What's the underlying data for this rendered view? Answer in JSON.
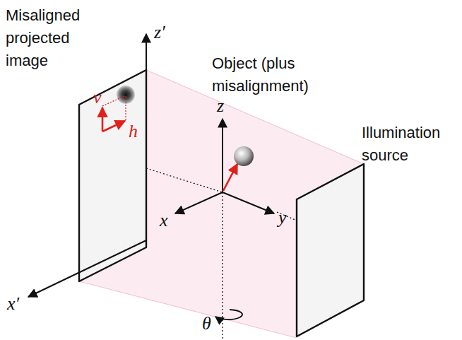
{
  "diagram": {
    "labels": [
      "Misaligned projected image",
      "Object (plus misalignment)",
      "Illumination source",
      "z′",
      "x′",
      "z",
      "x",
      "y",
      "v",
      "h",
      "θ"
    ]
  }
}
